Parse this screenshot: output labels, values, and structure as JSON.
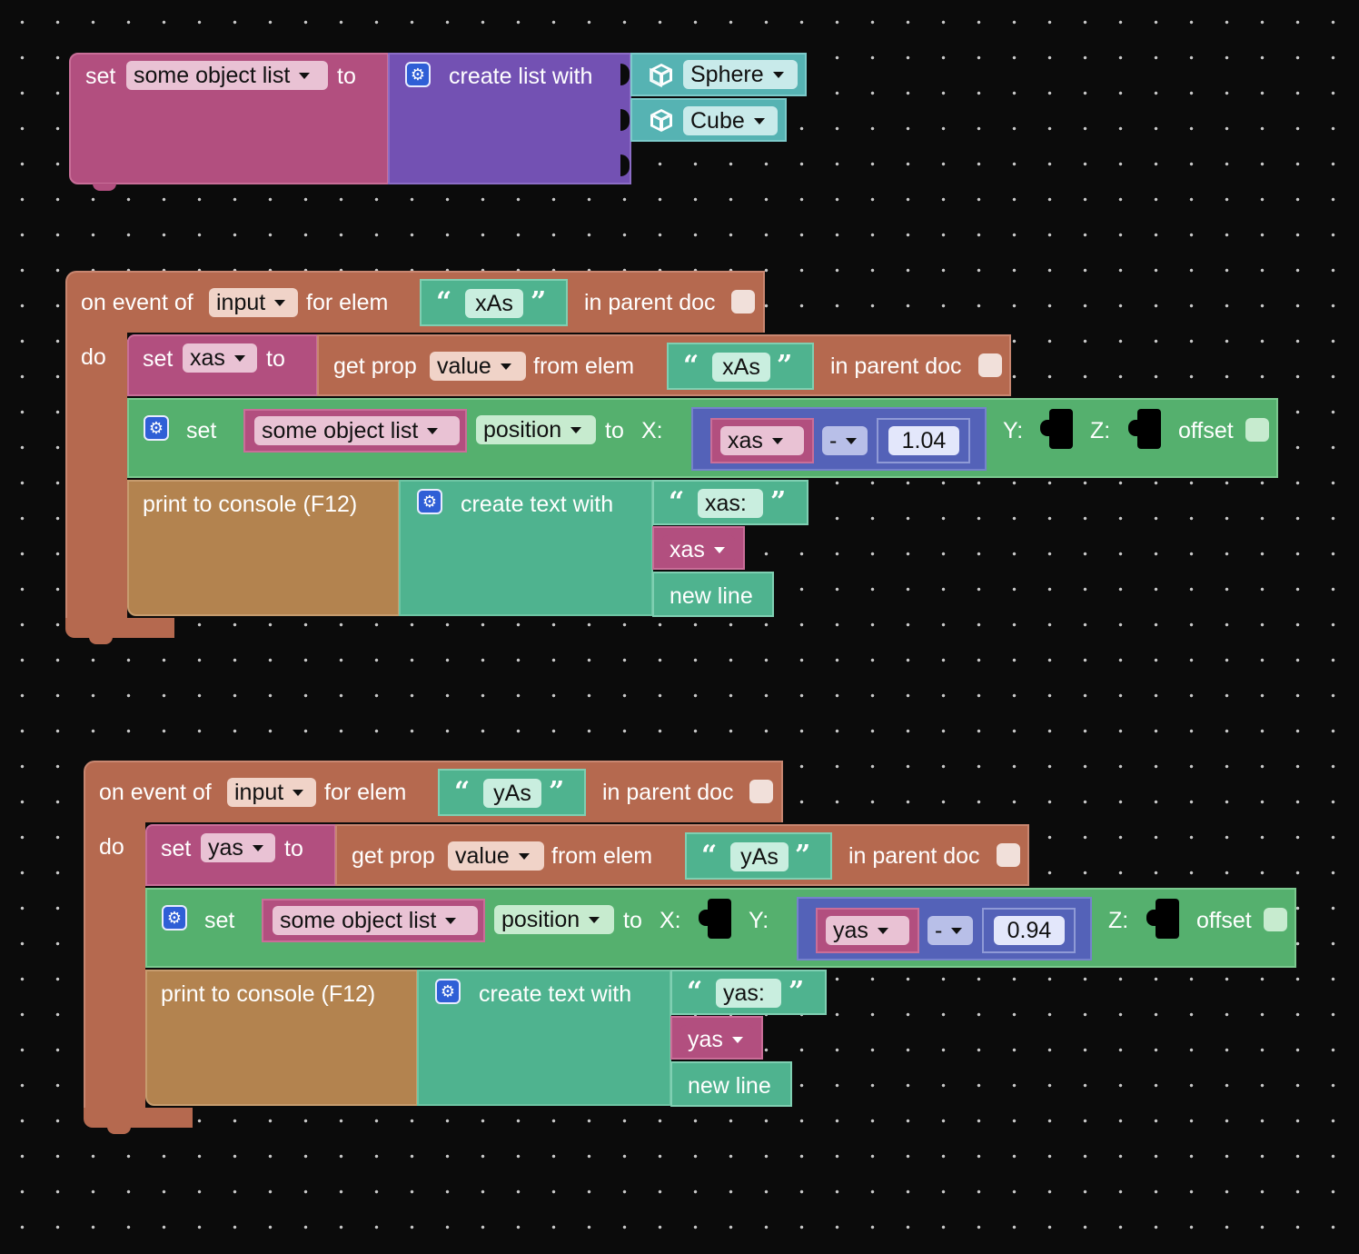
{
  "block1": {
    "set": "set",
    "var": "some object list",
    "to": "to",
    "create_list": "create list with",
    "items": [
      "Sphere",
      "Cube"
    ]
  },
  "event1": {
    "on_event": "on event of",
    "event_type": "input",
    "for_elem": "for elem",
    "elem_id": "xAs",
    "in_parent_doc": "in parent doc",
    "do": "do",
    "set": "set",
    "var": "xas",
    "to": "to",
    "get_prop": "get prop",
    "prop": "value",
    "from_elem": "from elem",
    "from_elem_id": "xAs",
    "in_parent_doc2": "in parent doc",
    "pos_set": "set",
    "pos_list": "some object list",
    "pos_prop": "position",
    "pos_to": "to",
    "x_label": "X:",
    "math_var": "xas",
    "math_op": "-",
    "math_num": "1.04",
    "y_label": "Y:",
    "z_label": "Z:",
    "offset": "offset",
    "print": "print to console (F12)",
    "create_text": "create text with",
    "text1": "xas:",
    "text_var": "xas",
    "new_line": "new line"
  },
  "event2": {
    "on_event": "on event of",
    "event_type": "input",
    "for_elem": "for elem",
    "elem_id": "yAs",
    "in_parent_doc": "in parent doc",
    "do": "do",
    "set": "set",
    "var": "yas",
    "to": "to",
    "get_prop": "get prop",
    "prop": "value",
    "from_elem": "from elem",
    "from_elem_id": "yAs",
    "in_parent_doc2": "in parent doc",
    "pos_set": "set",
    "pos_list": "some object list",
    "pos_prop": "position",
    "pos_to": "to",
    "x_label": "X:",
    "y_label": "Y:",
    "math_var": "yas",
    "math_op": "-",
    "math_num": "0.94",
    "z_label": "Z:",
    "offset": "offset",
    "print": "print to console (F12)",
    "create_text": "create text with",
    "text1": "yas:",
    "text_var": "yas",
    "new_line": "new line"
  },
  "colors": {
    "variable": "#b24f7f",
    "list": "#7351b3",
    "object": "#56b3b3",
    "event": "#b5694f",
    "set_position": "#55b06e",
    "print": "#b3834f",
    "text": "#4fb38f",
    "math": "#5462b8"
  }
}
